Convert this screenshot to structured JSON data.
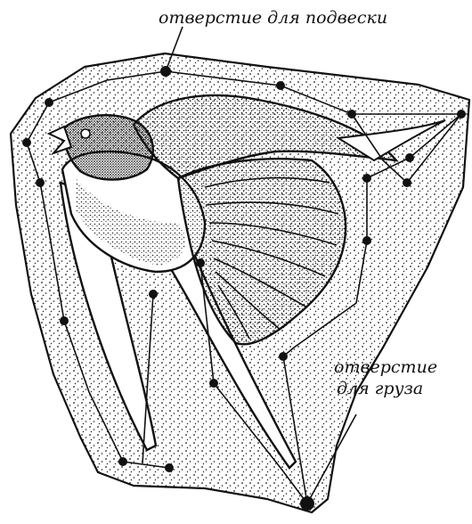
{
  "labels": {
    "hanging_hole": "отверстие для подвески",
    "weight_hole_line1": "отверстие",
    "weight_hole_line2": "для груза"
  },
  "colors": {
    "ink": "#111111",
    "paper": "#ffffff",
    "stipple": "#1a1a1a"
  },
  "figure": {
    "subject": "bird (swallow) on stippled board with string routing points"
  }
}
